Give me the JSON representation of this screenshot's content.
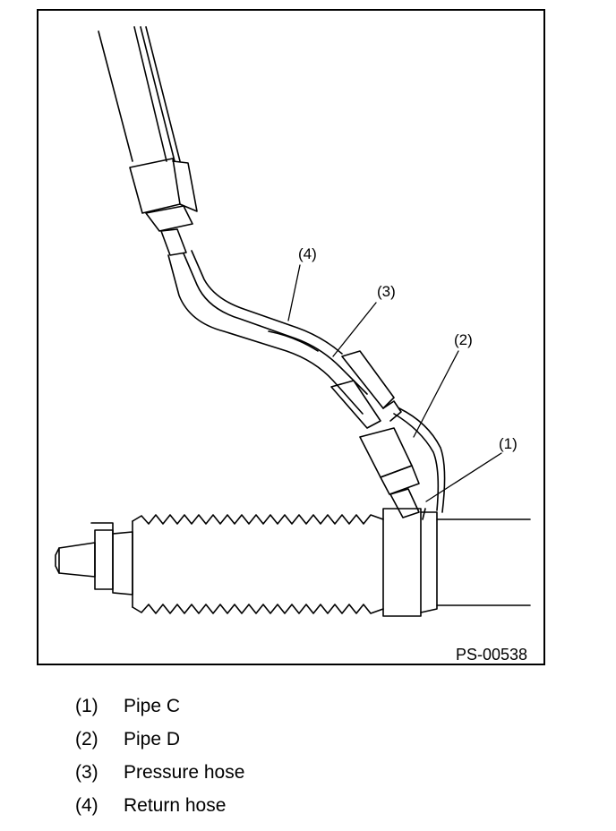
{
  "figure": {
    "code": "PS-00538",
    "callouts": [
      "(1)",
      "(2)",
      "(3)",
      "(4)"
    ]
  },
  "legend": [
    {
      "num": "(1)",
      "text": "Pipe C"
    },
    {
      "num": "(2)",
      "text": "Pipe D"
    },
    {
      "num": "(3)",
      "text": "Pressure hose"
    },
    {
      "num": "(4)",
      "text": "Return hose"
    }
  ]
}
